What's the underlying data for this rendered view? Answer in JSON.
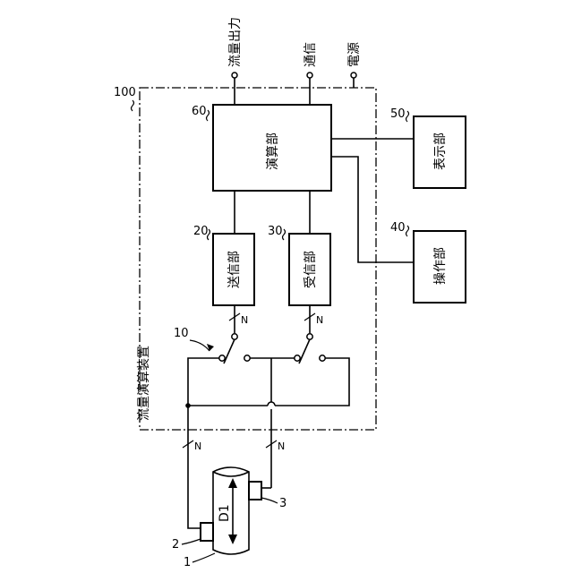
{
  "device": {
    "label": "流量演算装置",
    "ref": "100"
  },
  "blocks": {
    "compute": {
      "label": "演算部",
      "ref": "60"
    },
    "display": {
      "label": "表示部",
      "ref": "50"
    },
    "operation": {
      "label": "操作部",
      "ref": "40"
    },
    "transmit": {
      "label": "送信部",
      "ref": "20"
    },
    "receive": {
      "label": "受信部",
      "ref": "30"
    }
  },
  "switch_ref": "10",
  "outputs": {
    "flow_output": "流量出力",
    "communication": "通信",
    "power": "電源"
  },
  "bus_marks": [
    "N",
    "N",
    "N",
    "N"
  ],
  "pipe": {
    "flow_label": "D1",
    "pipe_ref": "1",
    "sensor_a_ref": "2",
    "sensor_b_ref": "3"
  }
}
